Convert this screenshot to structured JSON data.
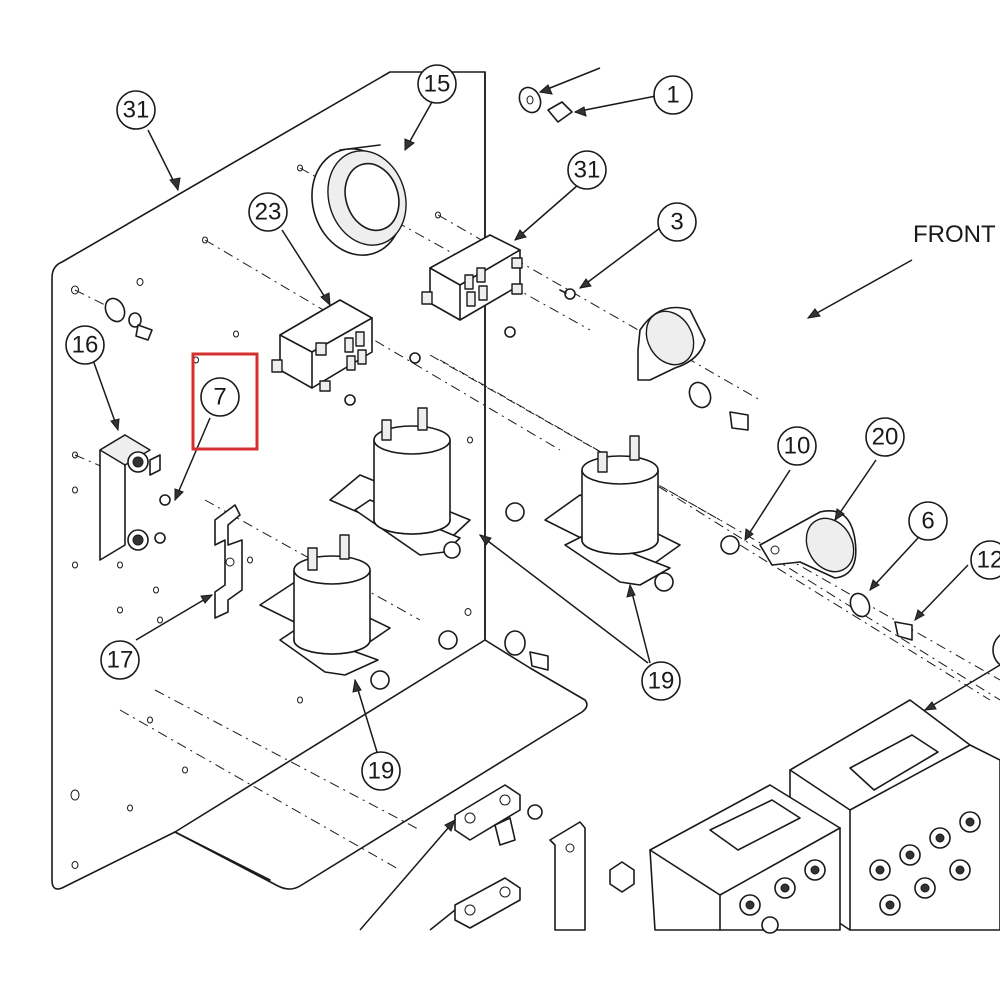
{
  "callouts": [
    {
      "id": "c1",
      "label": "1"
    },
    {
      "id": "c3",
      "label": "3"
    },
    {
      "id": "c6",
      "label": "6"
    },
    {
      "id": "c7",
      "label": "7"
    },
    {
      "id": "c10",
      "label": "10"
    },
    {
      "id": "c12",
      "label": "12"
    },
    {
      "id": "c15",
      "label": "15"
    },
    {
      "id": "c16",
      "label": "16"
    },
    {
      "id": "c17",
      "label": "17"
    },
    {
      "id": "c19a",
      "label": "19"
    },
    {
      "id": "c19b",
      "label": "19"
    },
    {
      "id": "c20",
      "label": "20"
    },
    {
      "id": "c23",
      "label": "23"
    },
    {
      "id": "c31a",
      "label": "31"
    },
    {
      "id": "c31b",
      "label": "31"
    }
  ],
  "front_label": "FRONT",
  "highlight": {
    "target": "7",
    "color": "#d32f2f"
  },
  "colors": {
    "line": "#1a1a1a",
    "background": "#ffffff"
  }
}
